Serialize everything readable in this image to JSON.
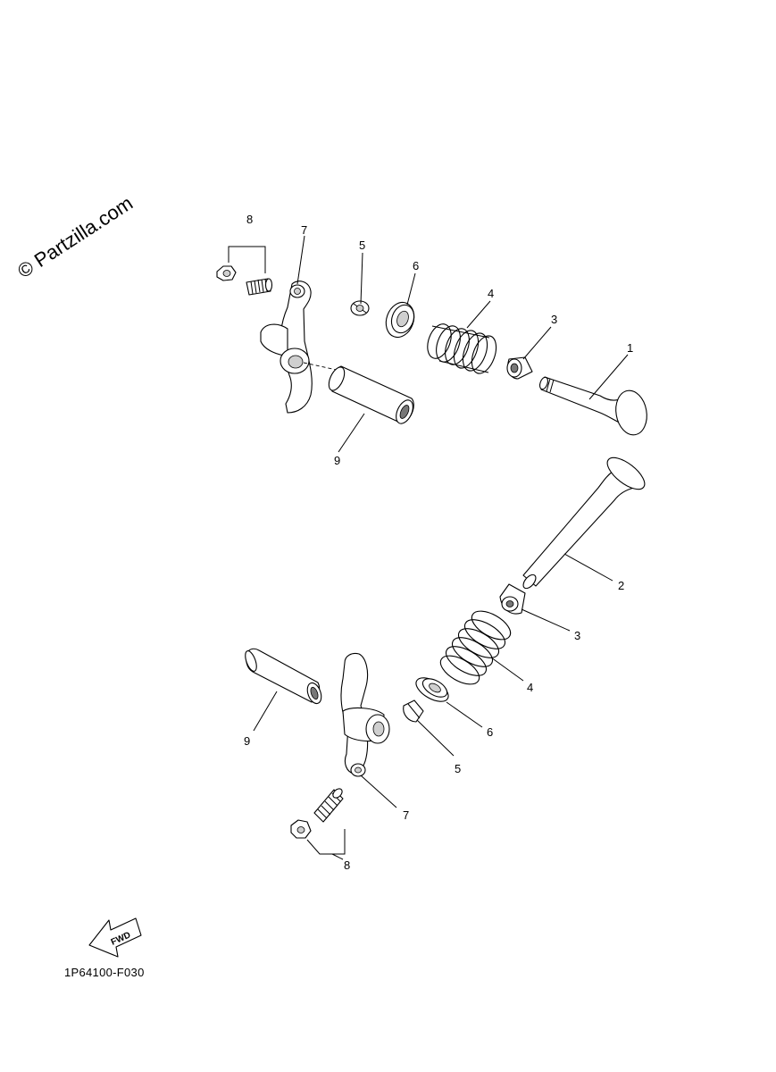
{
  "watermark": "© Partzilla.com",
  "diagram_code": "1P64100-F030",
  "fwd_arrow": {
    "label": "FWD"
  },
  "callouts_top": {
    "n1": "1",
    "n3": "3",
    "n4": "4",
    "n5": "5",
    "n6": "6",
    "n7": "7",
    "n8": "8",
    "n9": "9"
  },
  "callouts_bottom": {
    "n2": "2",
    "n3": "3",
    "n4": "4",
    "n5": "5",
    "n6": "6",
    "n7": "7",
    "n8": "8",
    "n9": "9"
  }
}
